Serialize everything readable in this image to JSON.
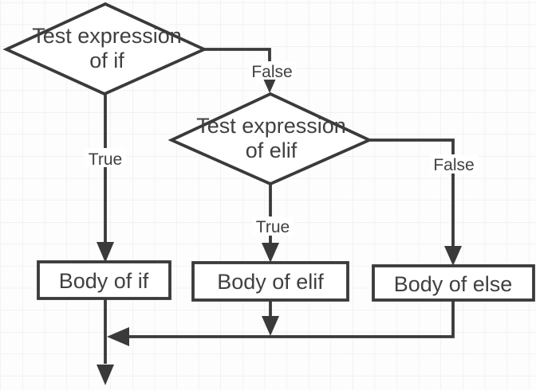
{
  "diagram": {
    "type": "flowchart",
    "description": "if / elif / else control flow",
    "nodes": [
      {
        "id": "test-if",
        "shape": "diamond",
        "lines": [
          "Test expression",
          "of if"
        ]
      },
      {
        "id": "test-elif",
        "shape": "diamond",
        "lines": [
          "Test expression",
          "of elif"
        ]
      },
      {
        "id": "body-if",
        "shape": "rectangle",
        "label": "Body of if"
      },
      {
        "id": "body-elif",
        "shape": "rectangle",
        "label": "Body of elif"
      },
      {
        "id": "body-else",
        "shape": "rectangle",
        "label": "Body of else"
      }
    ],
    "edges": [
      {
        "from": "test-if",
        "to": "body-if",
        "label": "True"
      },
      {
        "from": "test-if",
        "to": "test-elif",
        "label": "False"
      },
      {
        "from": "test-elif",
        "to": "body-elif",
        "label": "True"
      },
      {
        "from": "test-elif",
        "to": "body-else",
        "label": "False"
      },
      {
        "from": "body-if",
        "to": "exit",
        "label": ""
      },
      {
        "from": "body-elif",
        "to": "merge-line",
        "label": ""
      },
      {
        "from": "body-else",
        "to": "merge-line",
        "label": ""
      }
    ]
  },
  "colors": {
    "ink": "#3a3a3a",
    "ink-text": "#404040",
    "grid-line": "#e8e8e8",
    "canvas-bg": "#fdfdfd",
    "node-fill": "#ffffff"
  }
}
